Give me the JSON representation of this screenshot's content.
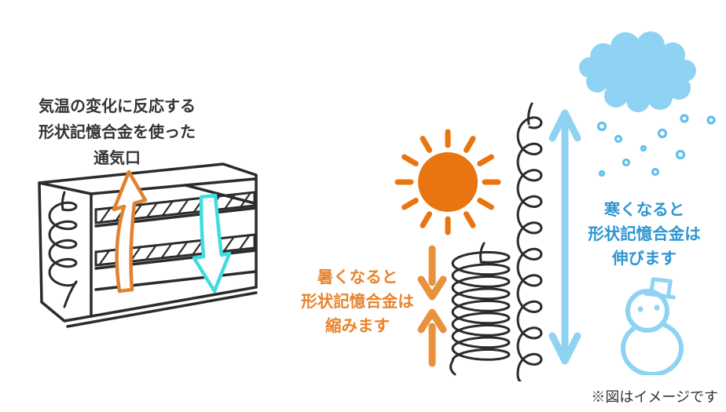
{
  "vent_caption": {
    "lines": [
      "気温の変化に反応する",
      "形状記憶合金を使った",
      "通気口"
    ]
  },
  "hot_caption": {
    "lines": [
      "暑くなると",
      "形状記憶合金は",
      "縮みます"
    ],
    "color": "#e8832c"
  },
  "cold_caption": {
    "lines": [
      "寒くなると",
      "形状記憶合金は",
      "伸びます"
    ],
    "color": "#2e96d2"
  },
  "footnote": "※図はイメージです",
  "colors": {
    "ink": "#2b2b2b",
    "sun_orange": "#e8750f",
    "arrow_orange": "#e8923c",
    "hot_text_orange": "#e8832c",
    "vent_cyan": "#40dce4",
    "sky_blue": "#8ed3f3",
    "snow_dot_blue": "#62bfec",
    "cold_text_blue": "#2e96d2"
  },
  "icons": [
    "vent-illustration",
    "vent-spring-icon",
    "vent-up-arrow-icon",
    "vent-down-arrow-icon",
    "sun-icon",
    "compress-arrows-icon",
    "compressed-spring-icon",
    "stretched-spring-icon",
    "expand-arrow-icon",
    "snow-cloud-icon",
    "snowflake-dots",
    "snowman-icon"
  ]
}
